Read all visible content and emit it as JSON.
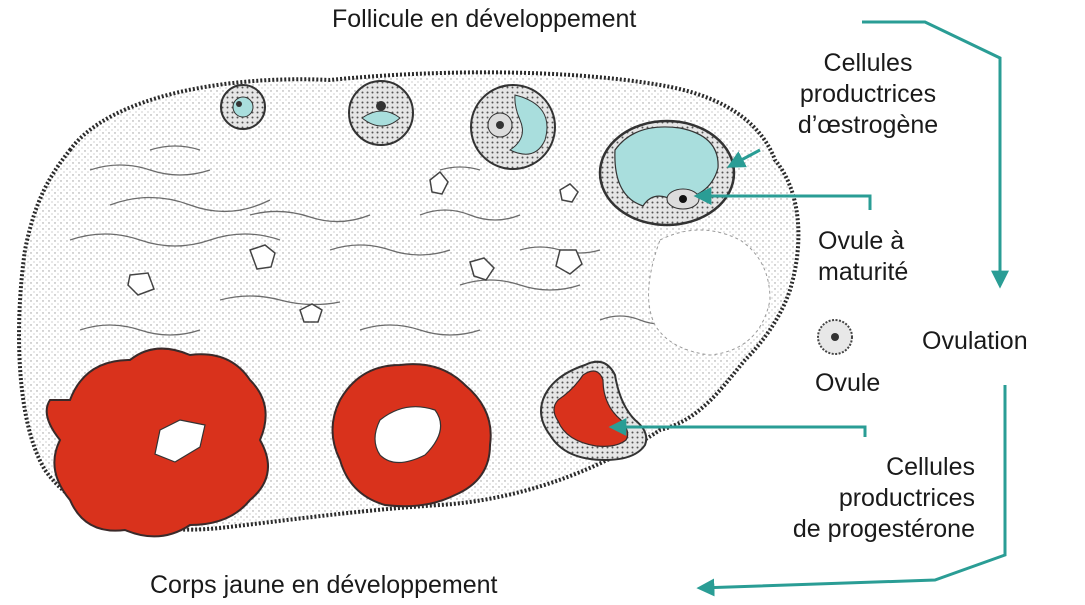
{
  "labels": {
    "follicle_development": "Follicule en développement",
    "estrogen_cells": [
      "Cellules",
      "productrices",
      "d’œstrogène"
    ],
    "mature_ovule": [
      "Ovule à",
      "maturité"
    ],
    "ovulation": "Ovulation",
    "ovule": "Ovule",
    "progesterone_cells": [
      "Cellules",
      "productrices",
      "de progestérone"
    ],
    "corpus_luteum_development": "Corps jaune en développement"
  },
  "colors": {
    "arrow": "#2a9d95",
    "follicle_fluid": "#a9dedd",
    "corpus_luteum": "#d9321c",
    "outline": "#2b2b2b",
    "tissue_stipple": "#8c8c8c"
  }
}
